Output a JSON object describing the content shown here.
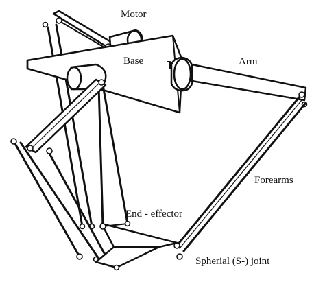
{
  "diagram": {
    "labels": {
      "motor": "Motor",
      "base": "Base",
      "arm": "Arm",
      "forearms": "Forearms",
      "end_effector": "End - effector",
      "spherical_joint": "Spherial (S-) joint"
    },
    "colors": {
      "ink": "#111111",
      "paper": "#ffffff"
    }
  }
}
